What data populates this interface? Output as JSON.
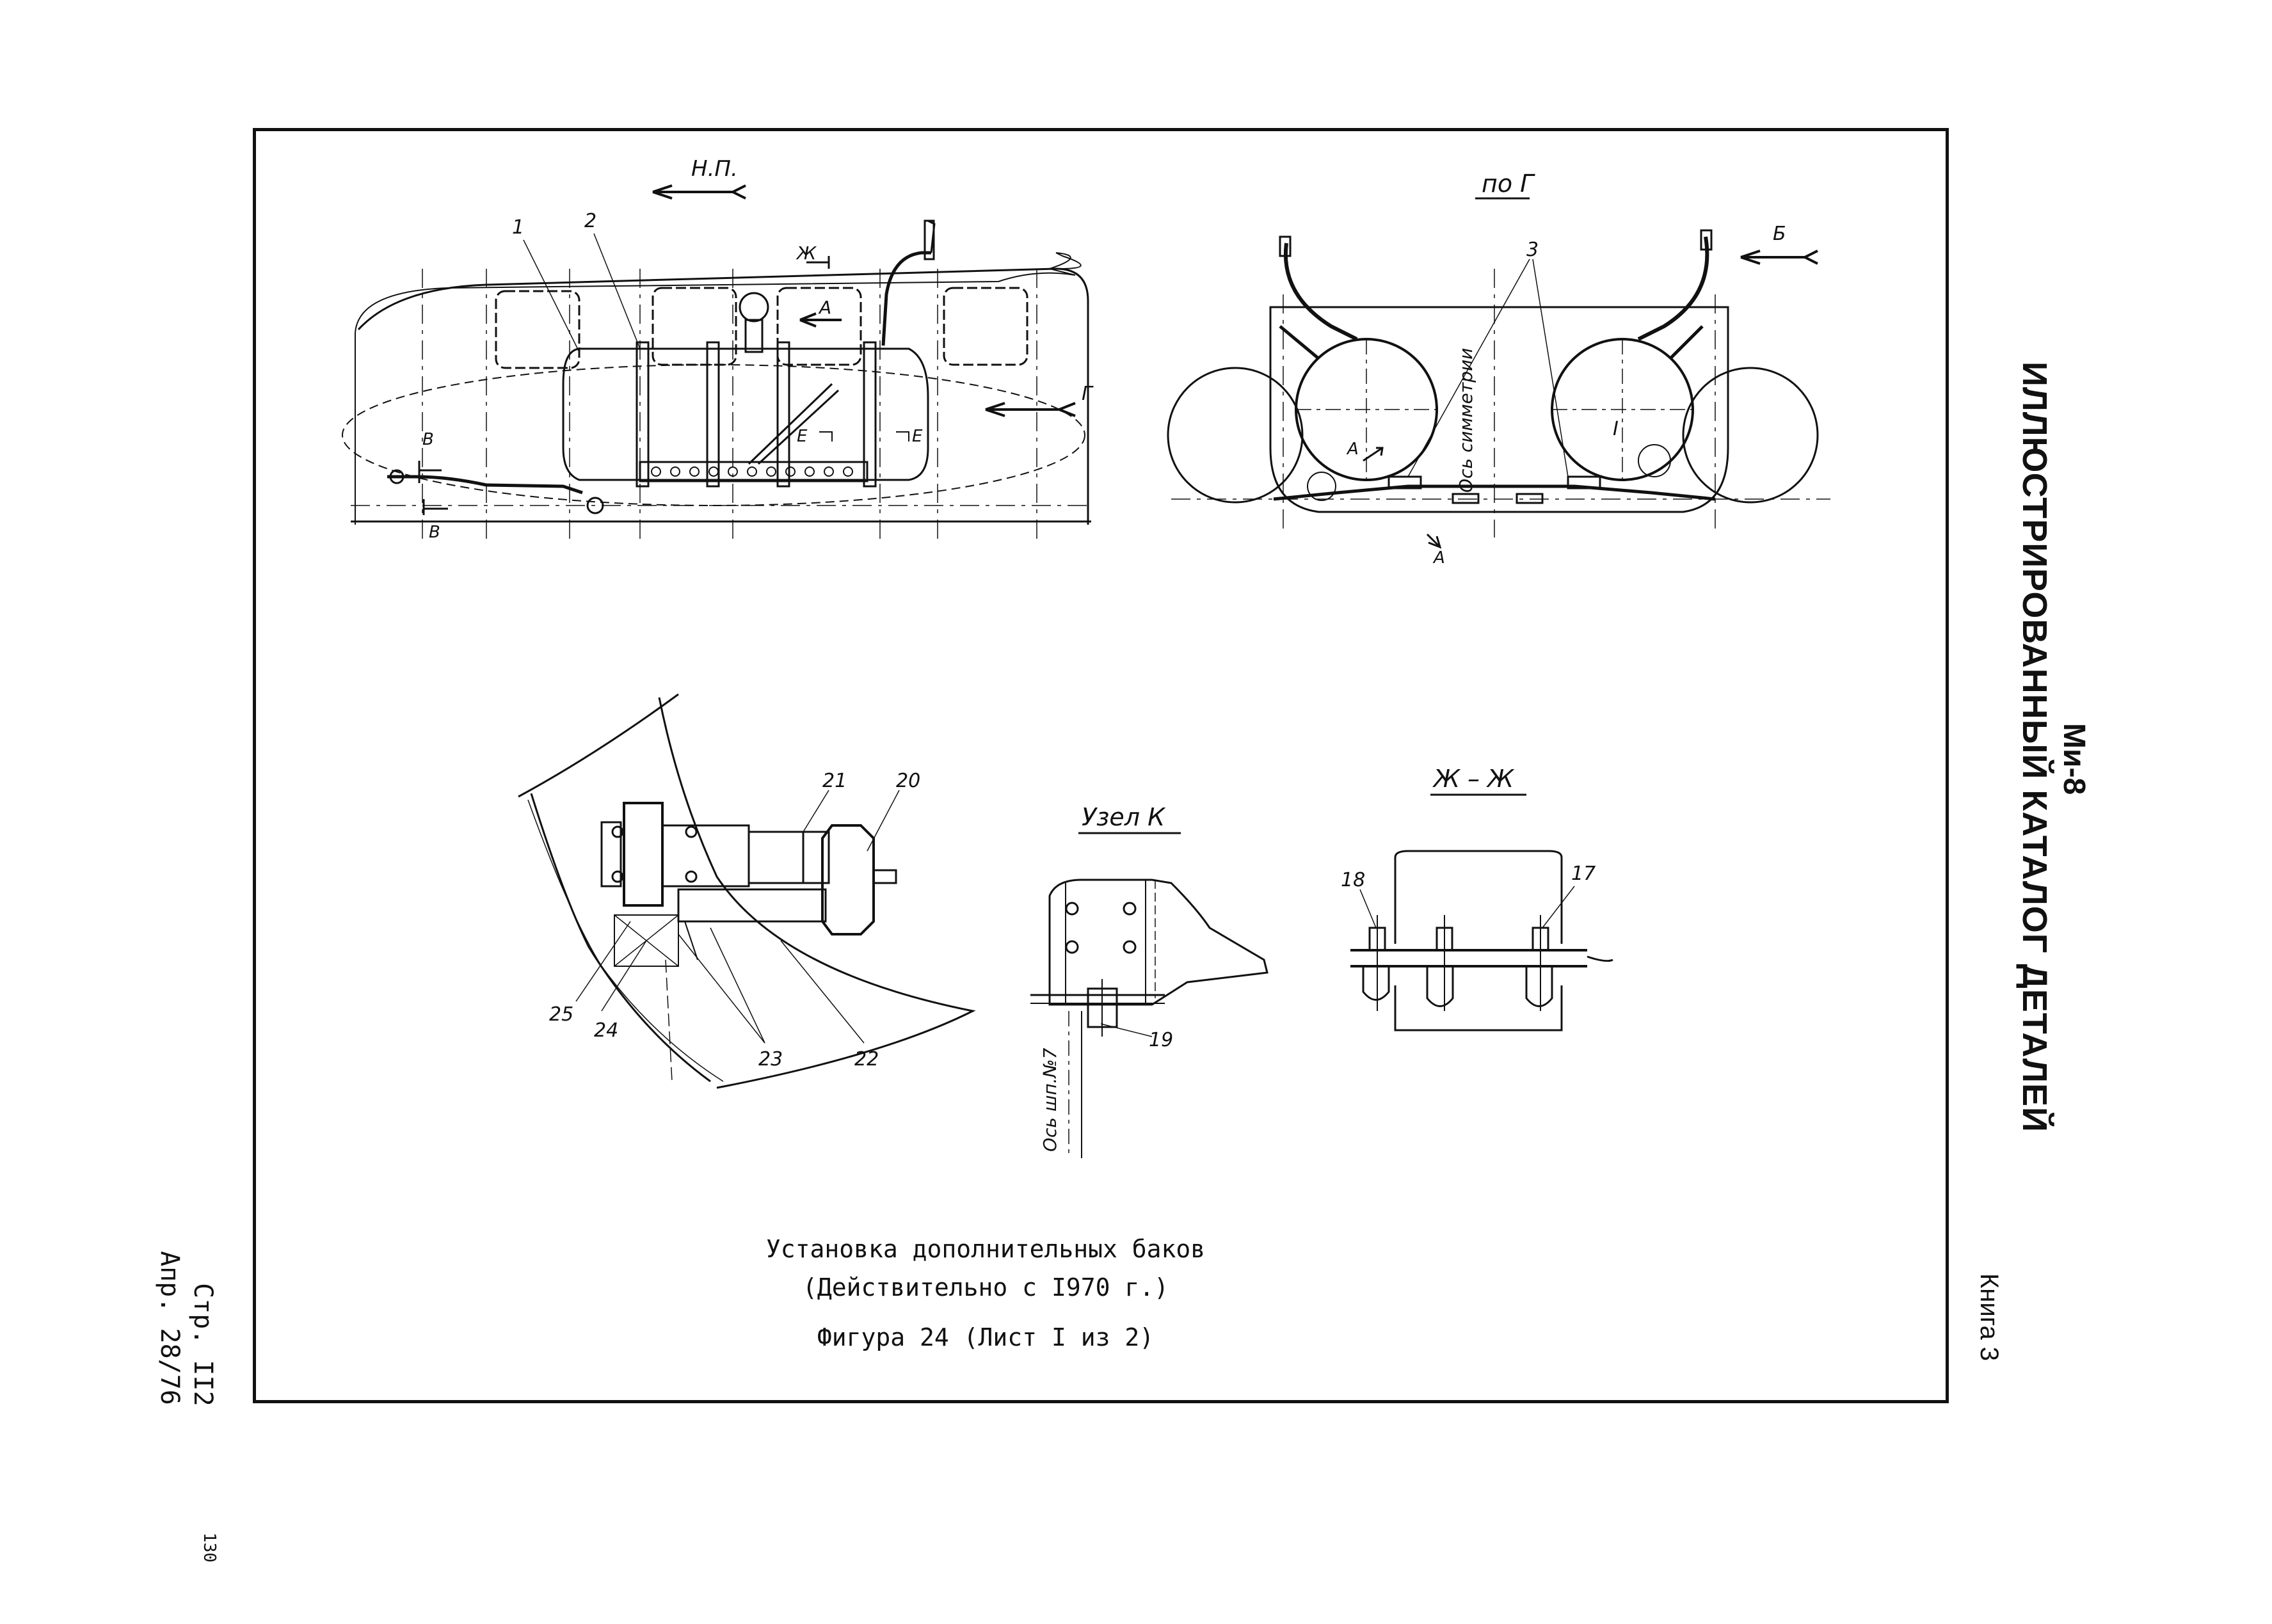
{
  "header": {
    "aircraft": "Ми-8",
    "catalog_title": "ИЛЛЮСТРИРОВАННЫЙ КАТАЛОГ ДЕТАЛЕЙ",
    "book": "Книга 3"
  },
  "footer": {
    "page": "Стр. II2",
    "date": "Апр. 28/76",
    "sheet_number": "130"
  },
  "figure": {
    "caption_line1": "Установка дополнительных баков",
    "caption_line2": "(Действительно с I970 г.)",
    "caption_line3": "Фигура 24 (Лист I из 2)"
  },
  "views": {
    "side": {
      "arrow_label": "Н.П.",
      "labels": [
        "1",
        "2",
        "Ж",
        "А",
        "Г",
        "Е",
        "Е",
        "В",
        "В"
      ]
    },
    "view_g": {
      "title": "по Г",
      "arrow_label": "Б",
      "callout_3": "3",
      "axis_label": "Ось симметрии",
      "detail_I": "I",
      "section_A1": "А",
      "section_A2": "А"
    },
    "detail_joint": {
      "callouts": [
        "21",
        "20",
        "25",
        "24",
        "23",
        "22"
      ]
    },
    "uzel_k": {
      "title": "Узел К",
      "callout": "19",
      "axis_label": "Ось шп.№7"
    },
    "section_zh": {
      "title": "Ж – Ж",
      "callouts": [
        "18",
        "17"
      ]
    }
  }
}
